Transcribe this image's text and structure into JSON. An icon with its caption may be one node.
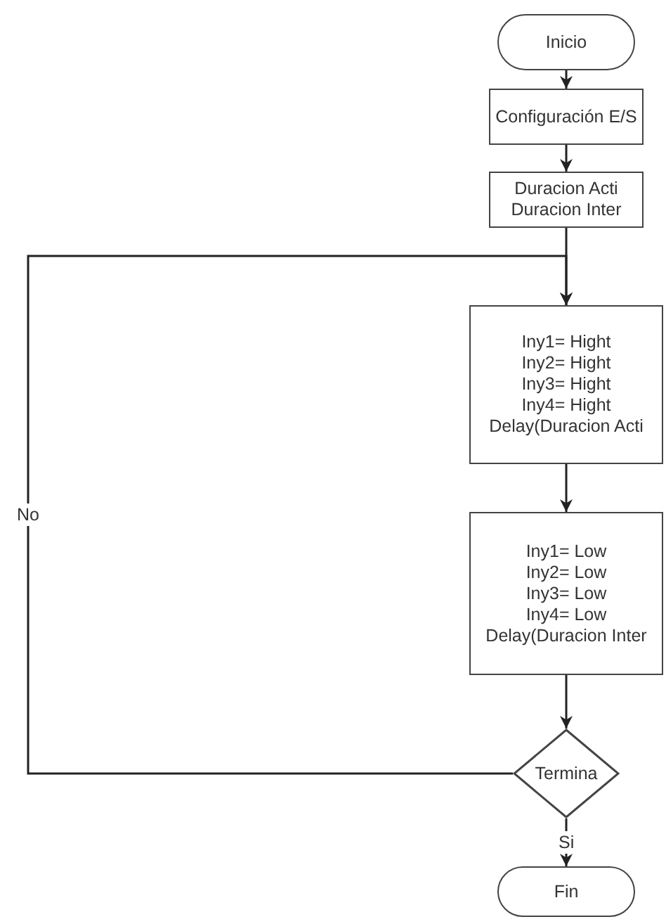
{
  "diagram": {
    "nodes": [
      {
        "text": [
          "Inicio"
        ]
      },
      {
        "text": [
          "Configuración E/S"
        ]
      },
      {
        "text": [
          "Duracion Acti",
          "Duracion Inter"
        ]
      },
      {
        "text": [
          "Iny1= Hight",
          "Iny2= Hight",
          "Iny3= Hight",
          "Iny4= Hight",
          "Delay(Duracion Acti"
        ]
      },
      {
        "text": [
          "Iny1= Low",
          "Iny2= Low",
          "Iny3= Low",
          "Iny4= Low",
          "Delay(Duracion Inter"
        ]
      },
      {
        "text": [
          "Termina"
        ]
      },
      {
        "text": [
          "Fin"
        ]
      }
    ],
    "edges": [
      {
        "from": 0,
        "to": 1,
        "arrow": "to"
      },
      {
        "from": 1,
        "to": 2,
        "arrow": "to"
      },
      {
        "from": 2,
        "to": 3,
        "arrow": "to"
      },
      {
        "from": 3,
        "to": 4,
        "arrow": "to"
      },
      {
        "from": 4,
        "to": 5,
        "arrow": "to"
      },
      {
        "from": 5,
        "to": 6,
        "arrow": "to",
        "label": "Si"
      },
      {
        "from": 5,
        "to": 3,
        "arrow": "to",
        "label": "No"
      }
    ]
  }
}
